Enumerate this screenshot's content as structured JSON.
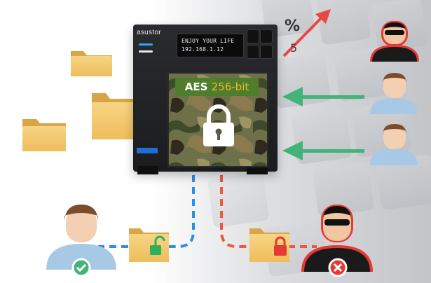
{
  "device": {
    "brand": "asustor",
    "lcd_line1": "ENJOY YOUR LIFE",
    "lcd_line2": "192.168.1.12"
  },
  "encryption": {
    "label_a": "AES",
    "label_b": "256-bit"
  },
  "icons": {
    "folder": "folder-icon",
    "lock": "padlock-icon",
    "unlock": "unlocked-padlock-icon",
    "user": "user-icon",
    "hacker": "hacker-icon",
    "check": "check-badge-icon",
    "cross": "cross-badge-icon",
    "percent": "percent-key-icon"
  },
  "colors": {
    "folder": "#f0c468",
    "folder_dark": "#d9a548",
    "green_arrow": "#44b37a",
    "red_arrow": "#e8493f",
    "blue_dash": "#2d8ee8",
    "orange_dash": "#ea5a3c",
    "user_shirt": "#a8c9e6",
    "user_skin": "#f3d0b3",
    "hacker_red": "#e53935"
  }
}
